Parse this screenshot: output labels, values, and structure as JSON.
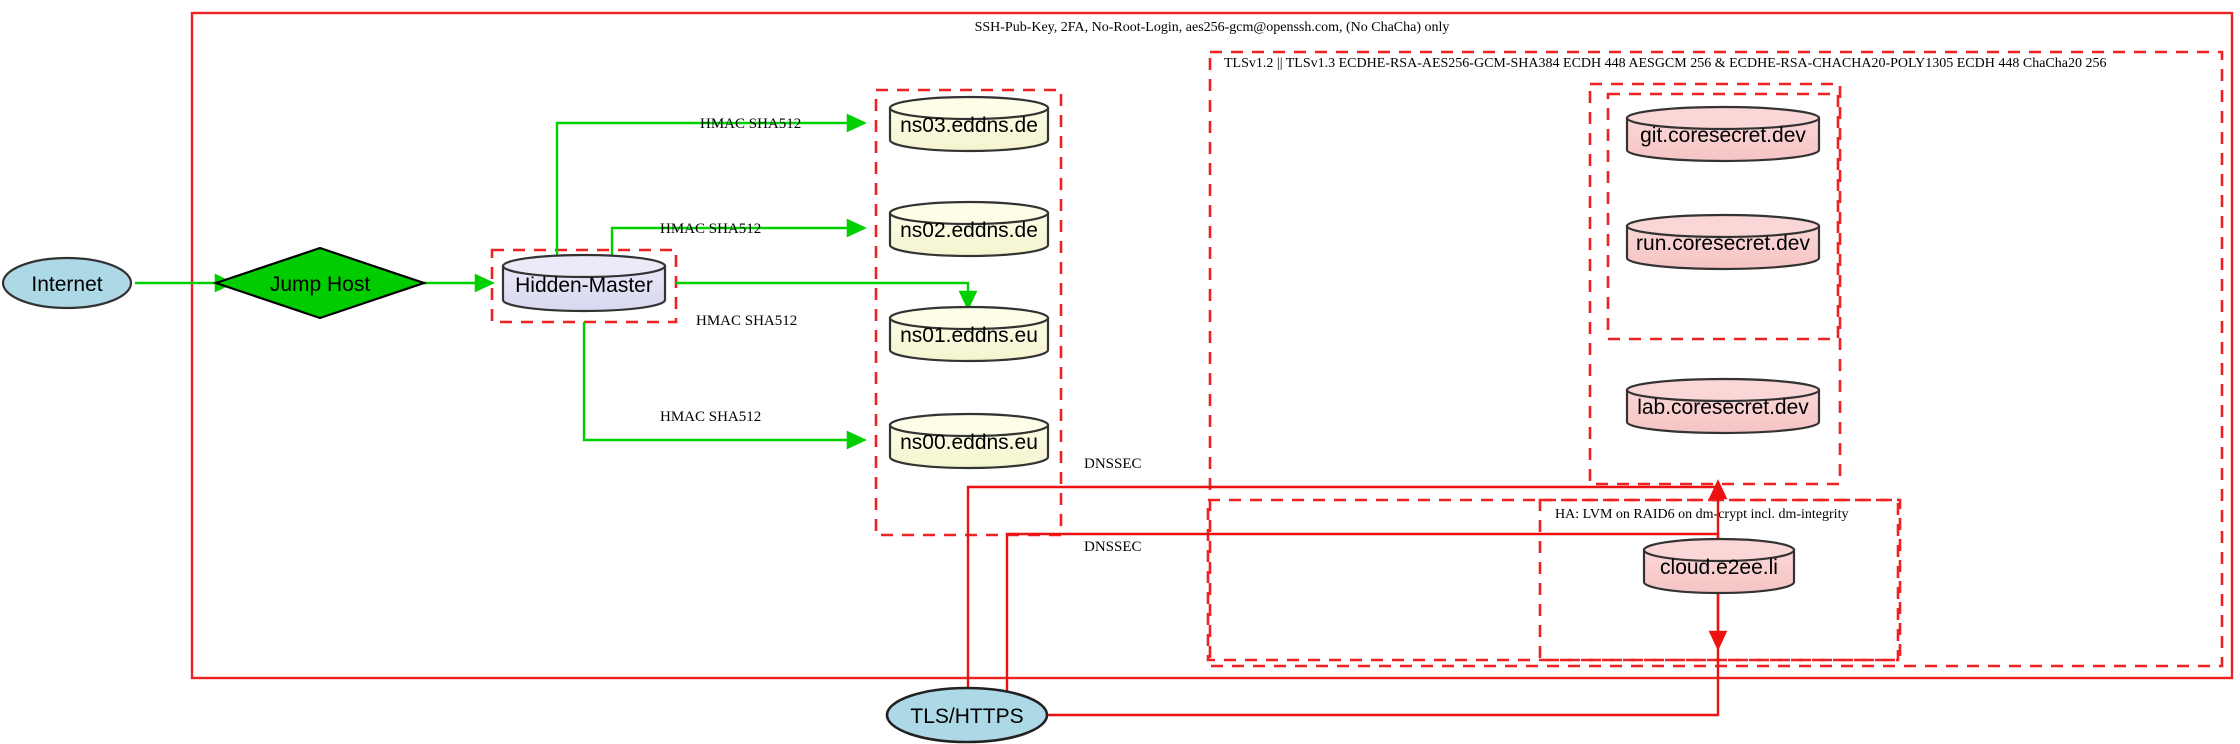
{
  "diagram": {
    "type": "network-architecture",
    "outer_frame_label": "SSH-Pub-Key, 2FA, No-Root-Login, aes256-gcm@openssh.com, (No ChaCha) only",
    "tls_zone_label": "TLSv1.2 || TLSv1.3 ECDHE-RSA-AES256-GCM-SHA384 ECDH 448 AESGCM 256 & ECDHE-RSA-CHACHA20-POLY1305 ECDH 448 ChaCha20 256",
    "ha_zone_label": "HA: LVM on RAID6 on dm-crypt incl. dm-integrity"
  },
  "colors": {
    "frame_red": "#ee2222",
    "edge_green": "#00d000",
    "edge_red": "#ee1111",
    "internet_fill": "#add8e6",
    "jumphost_fill": "#00cc00",
    "hidden_master_fill": "#e0e0f5",
    "dns_fill": "#fbfbdc",
    "service_fill": "#f9cdcd",
    "tls_node_fill": "#add8e6"
  },
  "nodes": {
    "internet": {
      "label": "Internet",
      "shape": "ellipse"
    },
    "jump_host": {
      "label": "Jump Host",
      "shape": "diamond"
    },
    "hidden_master": {
      "label": "Hidden-Master",
      "shape": "cylinder"
    },
    "tls_https": {
      "label": "TLS/HTTPS",
      "shape": "ellipse"
    }
  },
  "dns_servers": [
    {
      "label": "ns03.eddns.de"
    },
    {
      "label": "ns02.eddns.de"
    },
    {
      "label": "ns01.eddns.eu"
    },
    {
      "label": "ns00.eddns.eu"
    }
  ],
  "services": [
    {
      "label": "git.coresecret.dev"
    },
    {
      "label": "run.coresecret.dev"
    },
    {
      "label": "lab.coresecret.dev"
    }
  ],
  "ha_services": [
    {
      "label": "cloud.e2ee.li"
    }
  ],
  "edge_labels": {
    "hmac": [
      "HMAC SHA512",
      "HMAC SHA512",
      "HMAC SHA512",
      "HMAC SHA512"
    ],
    "dnssec": [
      "DNSSEC",
      "DNSSEC"
    ]
  }
}
